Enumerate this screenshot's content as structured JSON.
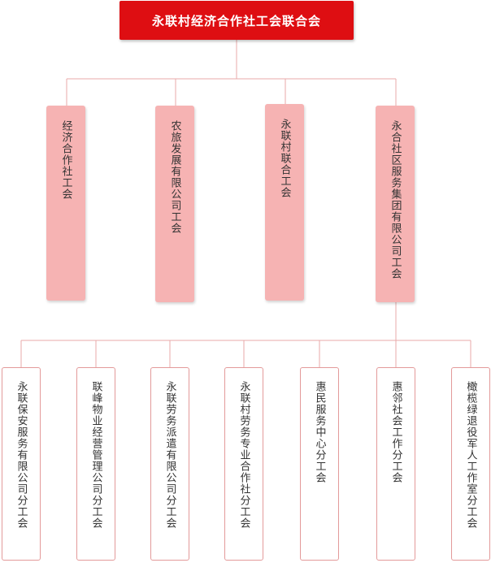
{
  "root": {
    "label": "永联村经济合作社工会联合会"
  },
  "branches": [
    {
      "label": "经济合作社工会"
    },
    {
      "label": "农旅发展有限公司工会"
    },
    {
      "label": "永联村联合工会"
    },
    {
      "label": "永合社区服务集团有限公司工会"
    }
  ],
  "subunits": [
    {
      "label": "永联保安服务有限公司分工会"
    },
    {
      "label": "联峰物业经营管理公司分工会"
    },
    {
      "label": "永联劳务派遣有限公司分工会"
    },
    {
      "label": "永联村劳务专业合作社分工会"
    },
    {
      "label": "惠民服务中心分工会"
    },
    {
      "label": "惠邻社会工作分工会"
    },
    {
      "label": "橄榄绿退役军人工作室分工会"
    }
  ],
  "colors": {
    "root_fill": "#de0e12",
    "branch_fill": "#f6b3b3",
    "subunit_border": "#e39a9a",
    "connector": "#e8aaaa"
  }
}
